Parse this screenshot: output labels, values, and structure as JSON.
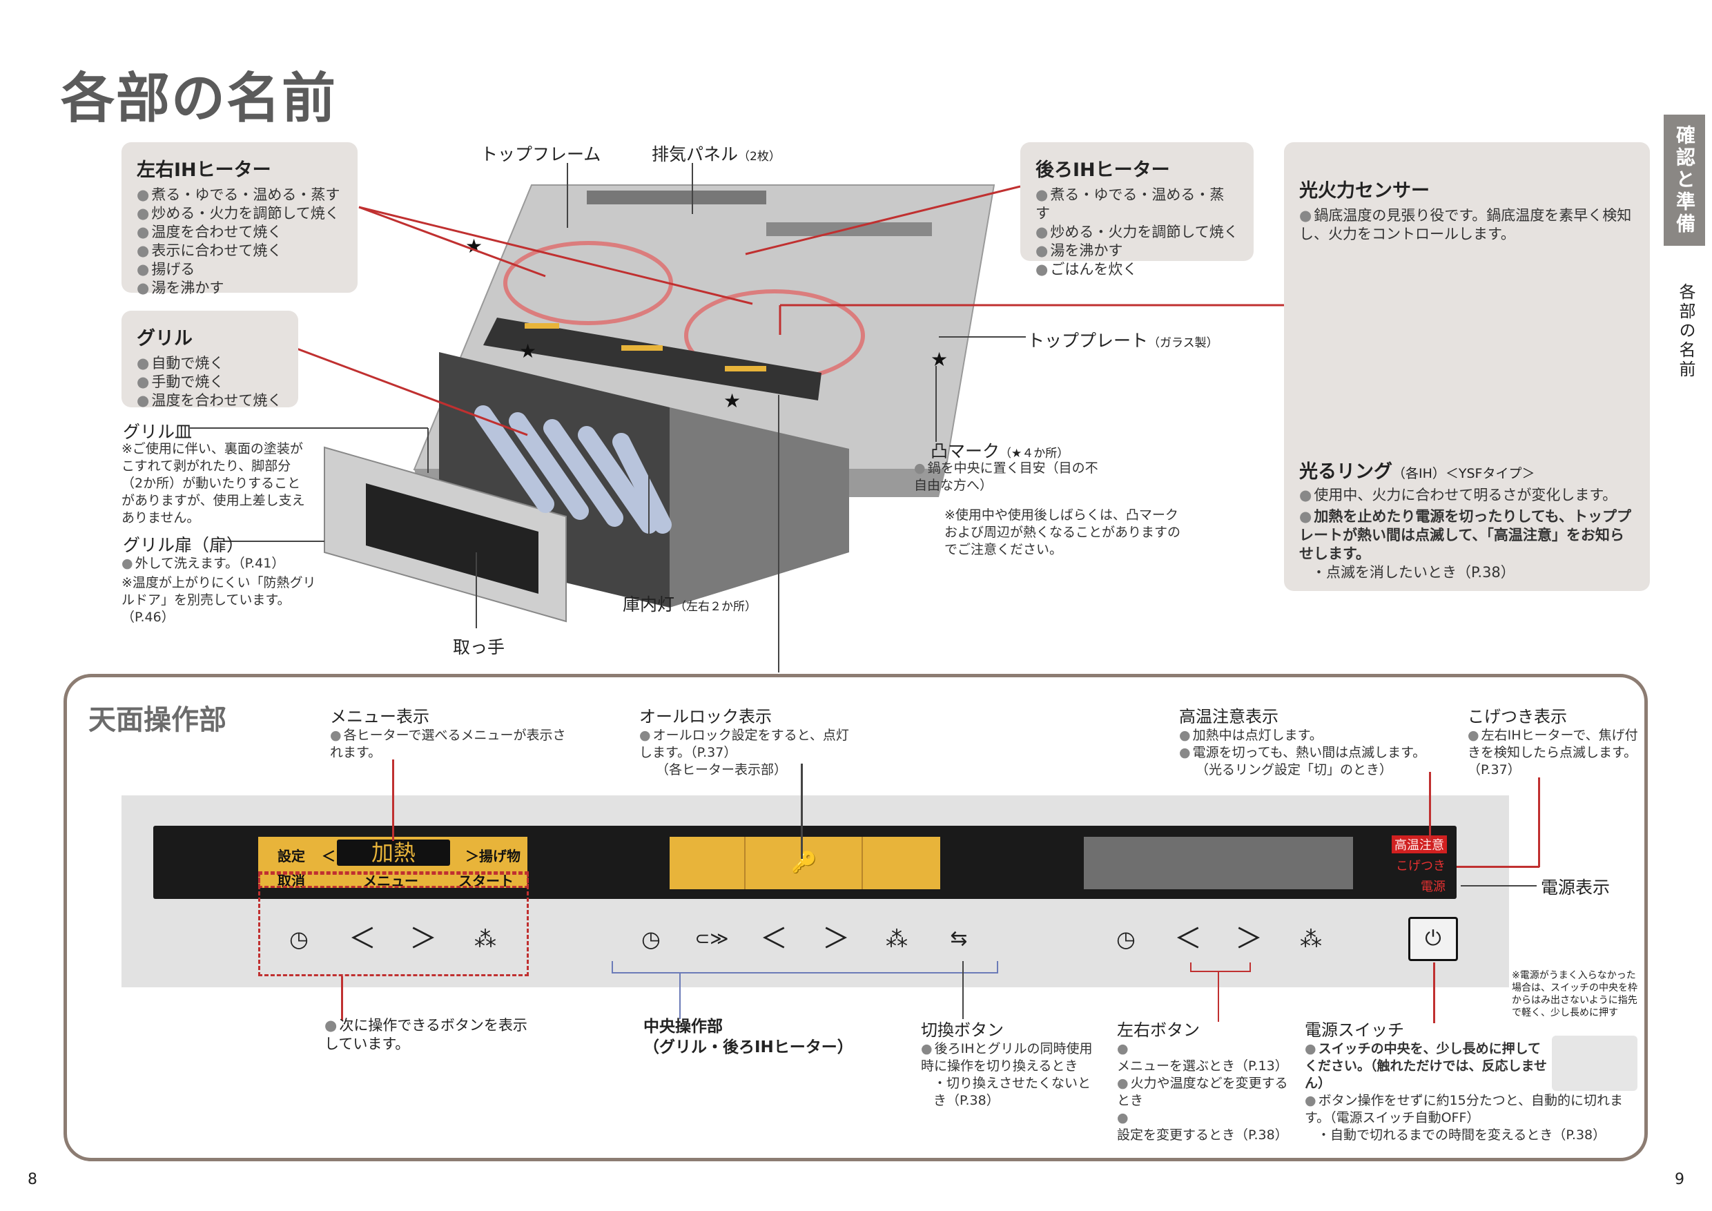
{
  "page": {
    "title": "各部の名前",
    "side_tab": "確認と準備",
    "side_section": "各部の名前",
    "page_left": "8",
    "page_right": "9"
  },
  "left_right_ih": {
    "heading": "左右IHヒーター",
    "items": [
      "煮る・ゆでる・温める・蒸す",
      "炒める・火力を調節して焼く",
      "温度を合わせて焼く",
      "表示に合わせて焼く",
      "揚げる",
      "湯を沸かす"
    ]
  },
  "grill": {
    "heading": "グリル",
    "items": [
      "自動で焼く",
      "手動で焼く",
      "温度を合わせて焼く"
    ]
  },
  "grill_tray": {
    "label": "グリル皿",
    "note": "※ご使用に伴い、裏面の塗装がこすれて剥がれたり、脚部分（2か所）が動いたりすることがありますが、使用上差し支えありません。"
  },
  "grill_door": {
    "label": "グリル扉（扉）",
    "items": [
      "外して洗えます。（P.41）"
    ],
    "note": "※温度が上がりにくい「防熱グリルドア」を別売しています。（P.46）"
  },
  "handle": {
    "label": "取っ手"
  },
  "interior_light": {
    "label": "庫内灯",
    "sub": "（左右２か所）"
  },
  "top_frame": {
    "label": "トップフレーム"
  },
  "exhaust": {
    "label": "排気パネル",
    "sub": "（2枚）"
  },
  "rear_ih": {
    "heading": "後ろIHヒーター",
    "items": [
      "煮る・ゆでる・温める・蒸す",
      "炒める・火力を調節して焼く",
      "湯を沸かす",
      "ごはんを炊く"
    ]
  },
  "top_plate": {
    "label": "トッププレート",
    "sub": "（ガラス製）"
  },
  "bump_mark": {
    "label": "凸マーク",
    "sub": "（★４か所）",
    "items": [
      "鍋を中央に置く目安（目の不自由な方へ）"
    ],
    "note": "※使用中や使用後しばらくは、凸マークおよび周辺が熱くなることがありますのでご注意ください。"
  },
  "sensor": {
    "heading": "光火力センサー",
    "items": [
      "鍋底温度の見張り役です。鍋底温度を素早く検知し、火力をコントロールします。"
    ]
  },
  "ring": {
    "heading": "光るリング",
    "sub": "（各IH）＜YSFタイプ＞",
    "items": [
      "使用中、火力に合わせて明るさが変化します。",
      "加熱を止めたり電源を切ったりしても、トッププレートが熱い間は点滅して、「高温注意」をお知らせします。"
    ],
    "subitem": "・点滅を消したいとき（P.38）"
  },
  "panel": {
    "title": "天面操作部",
    "menu_display": {
      "heading": "メニュー表示",
      "items": [
        "各ヒーターで選べるメニューが表示されます。"
      ]
    },
    "all_lock": {
      "heading": "オールロック表示",
      "items": [
        "オールロック設定をすると、点灯します。（P.37）"
      ],
      "sub": "（各ヒーター表示部）"
    },
    "high_temp": {
      "heading": "高温注意表示",
      "items": [
        "加熱中は点灯します。",
        "電源を切っても、熱い間は点滅します。"
      ],
      "sub": "（光るリング設定「切」のとき）"
    },
    "scorch": {
      "heading": "こげつき表示",
      "items": [
        "左右IHヒーターで、焦げ付きを検知したら点滅します。（P.37）"
      ]
    },
    "power_display": {
      "label": "電源表示"
    },
    "display_left": {
      "top_left": "設定",
      "top_lt": "＜",
      "center": "加熱",
      "top_gt": "＞",
      "top_right": "揚げ物",
      "bottom_left": "取消",
      "bottom_mid": "メニュー",
      "bottom_right": "スタート"
    },
    "indicators": {
      "hi": "高温注意",
      "scorch": "こげつき",
      "power": "電源"
    },
    "next_button": {
      "items": [
        "次に操作できるボタンを表示しています。"
      ]
    },
    "center_ops": {
      "heading_1": "中央操作部",
      "heading_2": "（グリル・後ろIHヒーター）"
    },
    "switch_button": {
      "heading": "切換ボタン",
      "items": [
        "後ろIHとグリルの同時使用時に操作を切り換えるとき"
      ],
      "subitem": "・切り換えさせたくないとき（P.38）"
    },
    "lr_button": {
      "heading": "左右ボタン",
      "items": [
        "メニューを選ぶとき（P.13）",
        "火力や温度などを変更するとき",
        "設定を変更するとき（P.38）"
      ]
    },
    "power_switch": {
      "heading": "電源スイッチ",
      "items": [
        "スイッチの中央を、少し長めに押してください。（触れただけでは、反応しません）",
        "ボタン操作をせずに約15分たつと、自動的に切れます。（電源スイッチ自動OFF）"
      ],
      "subitem": "・自動で切れるまでの時間を変えるとき（P.38）",
      "note": "※電源がうまく入らなかった場合は、スイッチの中央を枠からはみ出さないように指先で軽く、少し長めに押す"
    },
    "buttons": {
      "timer": "◷",
      "lt": "＜",
      "gt": "＞",
      "fire": "⁂",
      "fish": "⊂≫",
      "switch": "⇆",
      "power": "⏻"
    }
  },
  "colors": {
    "display": "#e8b43a",
    "accent_red": "#c03030",
    "frame": "#8c7c72",
    "box_bg": "#e6e2df"
  }
}
